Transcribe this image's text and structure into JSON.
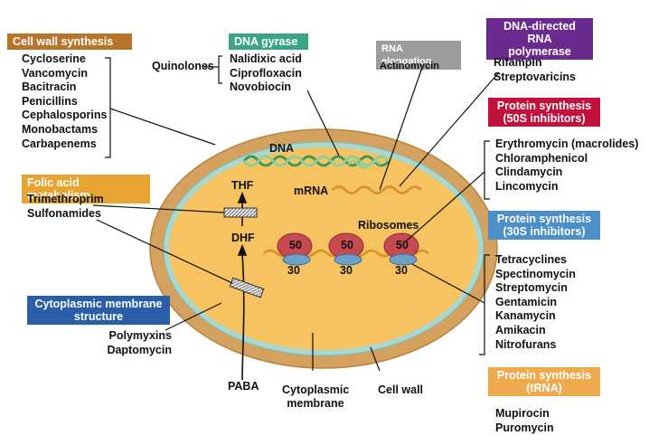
{
  "cell_wall_synthesis": {
    "title": "Cell wall synthesis",
    "drugs": [
      "Cycloserine",
      "Vancomycin",
      "Bacitracin",
      "Penicillins",
      "Cephalosporins",
      "Monobactams",
      "Carbapenems"
    ]
  },
  "dna_gyrase": {
    "title": "DNA gyrase",
    "group_label": "Quinolones",
    "drugs": [
      "Nalidixic acid",
      "Ciprofloxacin",
      "Novobiocin"
    ]
  },
  "rna_elongation": {
    "title": "RNA elongation",
    "drugs": [
      "Actinomycin"
    ]
  },
  "rna_polymerase": {
    "title_line1": "DNA-directed RNA",
    "title_line2": "polymerase",
    "drugs": [
      "Rifampin",
      "Streptovaricins"
    ]
  },
  "protein_50s": {
    "title_line1": "Protein synthesis",
    "title_line2": "(50S inhibitors)",
    "drugs": [
      "Erythromycin (macrolides)",
      "Chloramphenicol",
      "Clindamycin",
      "Lincomycin"
    ]
  },
  "folic_acid": {
    "title": "Folic acid metabolism",
    "drugs": [
      "Trimethroprim",
      "Sulfonamides"
    ]
  },
  "protein_30s": {
    "title_line1": "Protein synthesis",
    "title_line2": "(30S inhibitors)",
    "drugs": [
      "Tetracyclines",
      "Spectinomycin",
      "Streptomycin",
      "Gentamicin",
      "Kanamycin",
      "Amikacin",
      "Nitrofurans"
    ]
  },
  "membrane_structure": {
    "title_line1": "Cytoplasmic membrane",
    "title_line2": "structure",
    "drugs": [
      "Polymyxins",
      "Daptomycin"
    ]
  },
  "protein_trna": {
    "title_line1": "Protein synthesis",
    "title_line2": "(tRNA)",
    "drugs": [
      "Mupirocin",
      "Puromycin"
    ]
  },
  "cell_labels": {
    "dna": "DNA",
    "mrna": "mRNA",
    "ribosomes": "Ribosomes",
    "thf": "THF",
    "dhf": "DHF",
    "paba": "PABA",
    "cytoplasmic_membrane_line1": "Cytoplasmic",
    "cytoplasmic_membrane_line2": "membrane",
    "cell_wall": "Cell wall",
    "subunit_large": "50",
    "subunit_small": "30"
  },
  "colors": {
    "cell_wall_fill": "#d5a15e",
    "membrane": "#a8d8d0",
    "cytoplasm": "#f6c360",
    "ribosome_large": "#c64a50",
    "ribosome_small": "#6fa0c8",
    "dna": "#3a9a5a",
    "mrna": "#d7902a"
  }
}
